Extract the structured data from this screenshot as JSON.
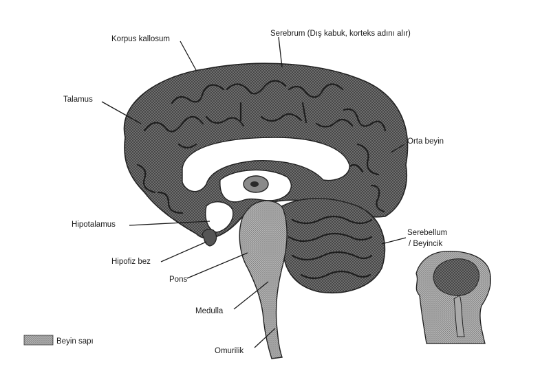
{
  "labels": {
    "korpus_kallosum": "Korpus kallosum",
    "serebrum": "Serebrum (Dış kabuk, korteks adını alır)",
    "talamus": "Talamus",
    "orta_beyin": "Orta beyin",
    "hipotalamus": "Hipotalamus",
    "serebellum_line1": "Serebellum",
    "serebellum_line2": "/ Beyincik",
    "hipofiz_bez": "Hipofiz bez",
    "pons": "Pons",
    "medulla": "Medulla",
    "omurilik": "Omurilik"
  },
  "legend": {
    "beyin_sapi": "Beyin sapı"
  },
  "colors": {
    "cortex_dark": "#3a3a3a",
    "stem_hatch": "#9a9a9a",
    "ink": "#1a1a1a"
  }
}
